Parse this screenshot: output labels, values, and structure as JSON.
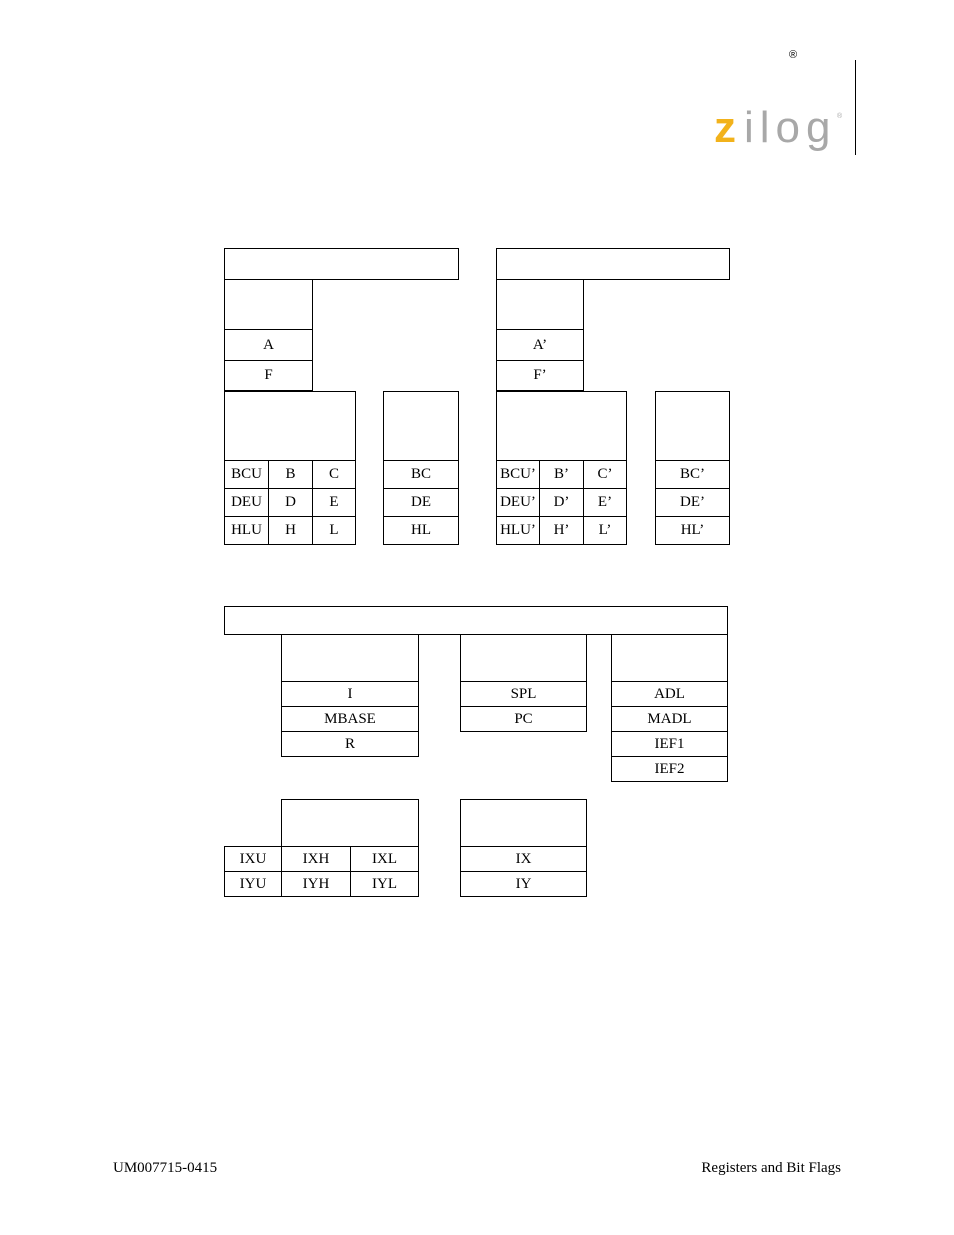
{
  "header": {
    "registered_mark": "®",
    "logo_text": "zilog",
    "logo_colors": {
      "z": "#f2b21b",
      "rest": "#a8a8a8"
    }
  },
  "main_registers": {
    "acc": [
      "A",
      "F"
    ],
    "rows": [
      [
        "BCU",
        "B",
        "C"
      ],
      [
        "DEU",
        "D",
        "E"
      ],
      [
        "HLU",
        "H",
        "L"
      ]
    ],
    "pairs": [
      "BC",
      "DE",
      "HL"
    ]
  },
  "alternate_registers": {
    "acc": [
      "A’",
      "F’"
    ],
    "rows": [
      [
        "BCU’",
        "B’",
        "C’"
      ],
      [
        "DEU’",
        "D’",
        "E’"
      ],
      [
        "HLU’",
        "H’",
        "L’"
      ]
    ],
    "pairs": [
      "BC’",
      "DE’",
      "HL’"
    ]
  },
  "special_registers": {
    "group1": [
      "I",
      "MBASE",
      "R"
    ],
    "group2": [
      "SPL",
      "PC"
    ],
    "group3": [
      "ADL",
      "MADL",
      "IEF1",
      "IEF2"
    ]
  },
  "index_registers": {
    "rows": [
      [
        "IXU",
        "IXH",
        "IXL"
      ],
      [
        "IYU",
        "IYH",
        "IYL"
      ]
    ],
    "pairs": [
      "IX",
      "IY"
    ]
  },
  "footer": {
    "doc_number": "UM007715-0415",
    "section": "Registers and Bit Flags"
  }
}
